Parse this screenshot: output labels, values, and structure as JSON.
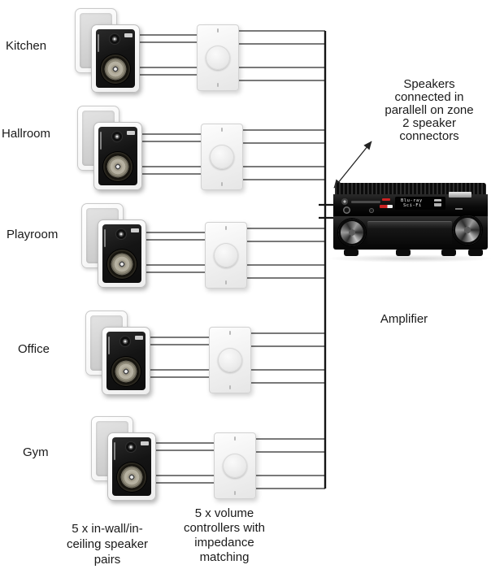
{
  "diagram": {
    "rooms": [
      {
        "label": "Kitchen"
      },
      {
        "label": "Hallroom"
      },
      {
        "label": "Playroom"
      },
      {
        "label": "Office"
      },
      {
        "label": "Gym"
      }
    ],
    "annotations": {
      "parallel_note": "Speakers\nconnected in\nparallell on zone\n2 speaker\nconnectors",
      "amplifier_label": "Amplifier",
      "speakers_caption": "5 x in-wall/in-\nceiling speaker\npairs",
      "controllers_caption": "5 x volume\ncontrollers with\nimpedance\nmatching"
    },
    "amplifier": {
      "display_line1": "Blu-ray",
      "display_line2": "Sci-Fi"
    },
    "colors": {
      "wire": "#4d4d4d",
      "bus": "#141414",
      "text": "#1a1a1a",
      "amp_body": "#0e0e0e",
      "speaker_cone": "#b6b1a1",
      "display_accent_red": "#cc2222"
    }
  }
}
